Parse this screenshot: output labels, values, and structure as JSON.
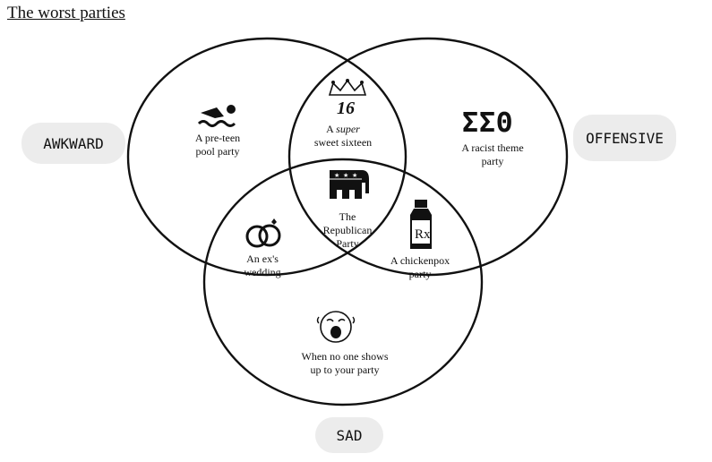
{
  "title": "The worst parties",
  "sets": {
    "awkward": "AWKWARD",
    "offensive": "OFFENSIVE",
    "sad": "SAD"
  },
  "regions": {
    "pool": {
      "line1": "A pre-teen",
      "line2": "pool party",
      "icon": "swimmer-icon"
    },
    "sweet": {
      "line1_a": "A ",
      "line1_b": "super",
      "line2": "sweet sixteen",
      "number": "16",
      "icon": "crown-icon"
    },
    "racist": {
      "greek": "ΣΣΘ",
      "line1": "A racist theme",
      "line2": "party"
    },
    "republican": {
      "line1": "The",
      "line2": "Republican",
      "line3": "Party",
      "icon": "elephant-icon"
    },
    "ex": {
      "line1": "An ex's",
      "line2": "wedding",
      "icon": "rings-icon"
    },
    "chickenpox": {
      "line1": "A chickenpox",
      "line2": "party",
      "rx": "Rx",
      "icon": "medicine-bottle-icon"
    },
    "noone": {
      "line1": "When no one shows",
      "line2": "up to your party",
      "icon": "crying-face-icon"
    }
  }
}
